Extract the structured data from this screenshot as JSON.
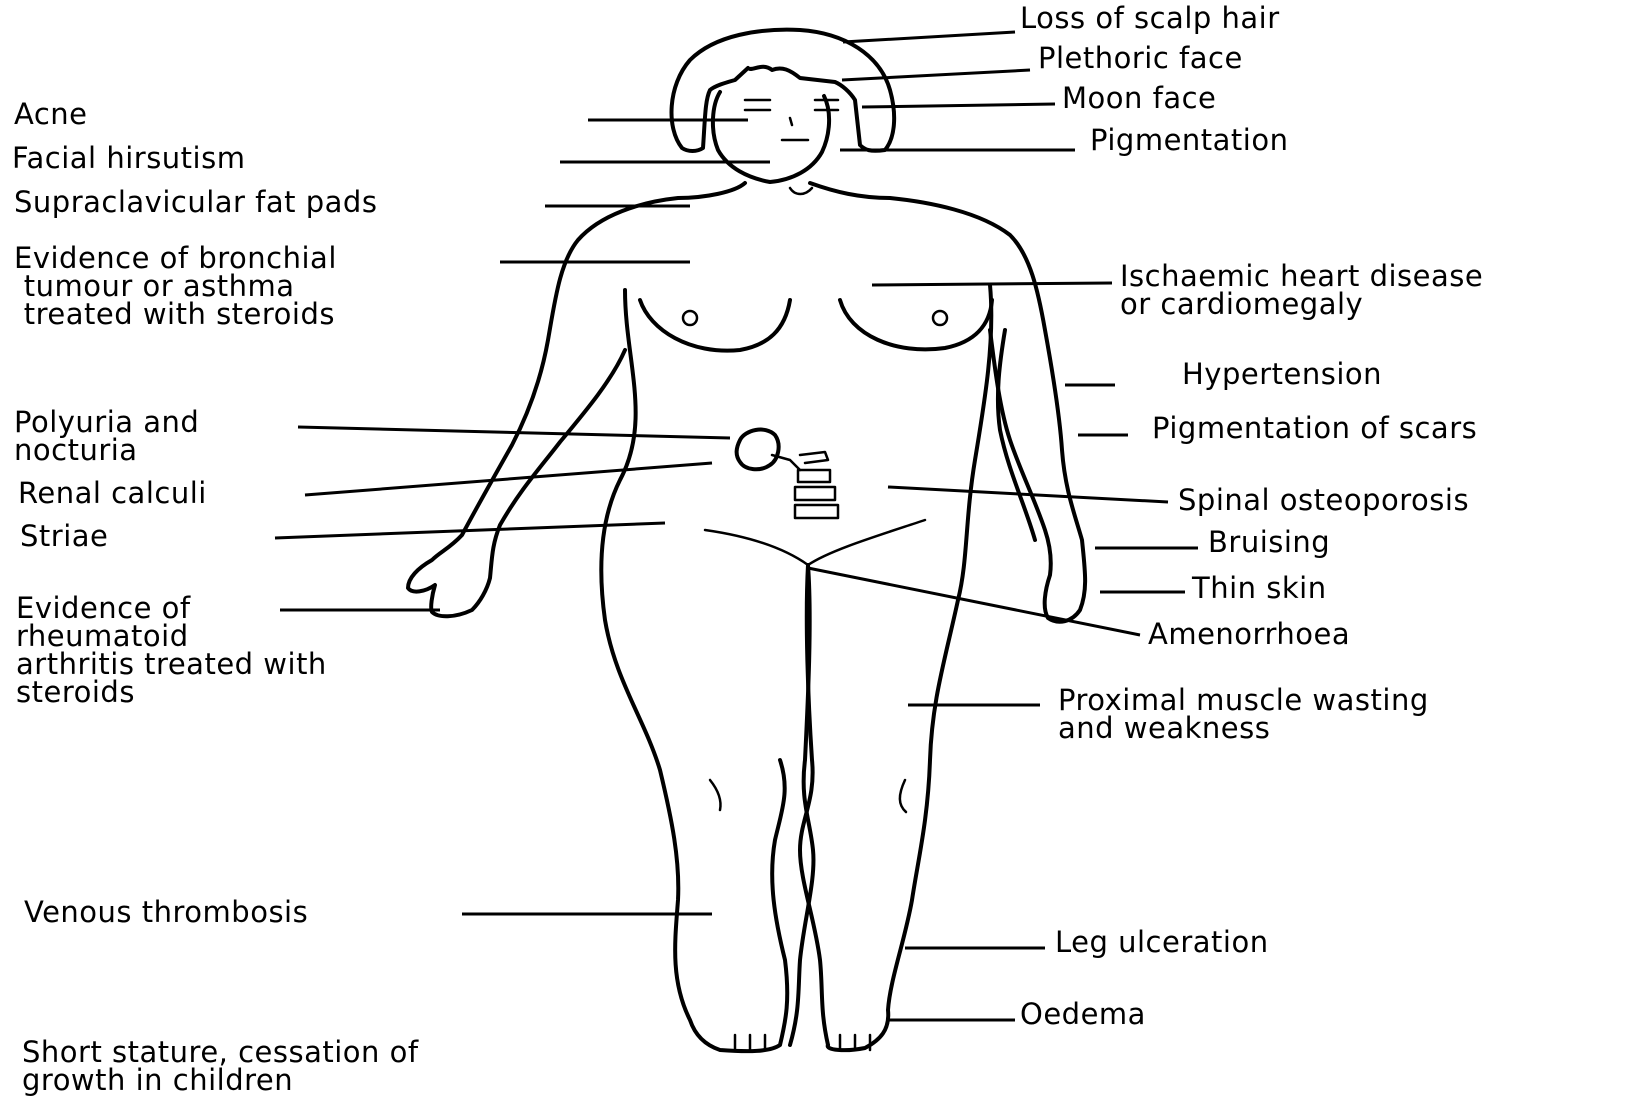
{
  "labels_left": {
    "acne": "Acne",
    "facial_hirsutism": "Facial hirsutism",
    "supraclavicular": "Supraclavicular fat pads",
    "bronchial": "Evidence of bronchial\n tumour or asthma\n treated with steroids",
    "polyuria": "Polyuria and\nnocturia",
    "renal": "Renal calculi",
    "striae": "Striae",
    "rheumatoid": "Evidence of\nrheumatoid\narthritis treated with\nsteroids",
    "venous": "Venous thrombosis",
    "short_stature": "Short stature, cessation of\ngrowth in children"
  },
  "labels_right": {
    "scalp_hair": "Loss of scalp hair",
    "plethoric": "Plethoric face",
    "moon_face": "Moon face",
    "pigmentation": "Pigmentation",
    "ischaemic": "Ischaemic heart disease\nor cardiomegaly",
    "hypertension": "Hypertension",
    "pig_scars": "Pigmentation of scars",
    "spinal": "Spinal osteoporosis",
    "bruising": "Bruising",
    "thin_skin": "Thin skin",
    "amenorrhoea": "Amenorrhoea",
    "proximal": "Proximal muscle wasting\nand weakness",
    "leg_ulceration": "Leg ulceration",
    "oedema": "Oedema"
  }
}
